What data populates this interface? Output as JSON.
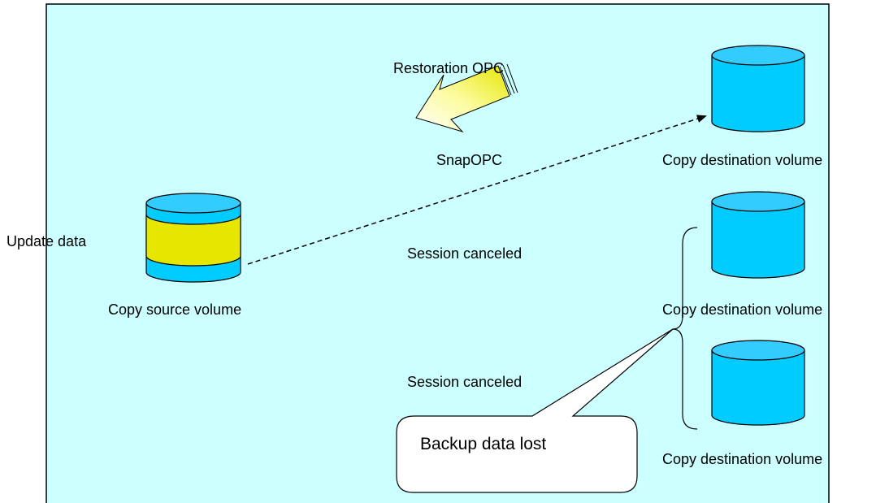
{
  "labels": {
    "restoration_opc": "Restoration OPC",
    "snapopc": "SnapOPC",
    "update_data": "Update data",
    "copy_source_volume": "Copy source volume",
    "copy_destination_volume_1": "Copy destination volume",
    "copy_destination_volume_2": "Copy destination volume",
    "copy_destination_volume_3": "Copy destination volume",
    "session_canceled_1": "Session canceled",
    "session_canceled_2": "Session canceled",
    "backup_data_lost": "Backup data lost"
  },
  "colors": {
    "background": "#CCFFFF",
    "frame": "#000000",
    "volume_fill": "#00CCFF",
    "volume_top": "#33CCFF",
    "update_band": "#E6E600",
    "arrow_fill": "#FFFF99",
    "callout_fill": "#FFFFFF"
  }
}
